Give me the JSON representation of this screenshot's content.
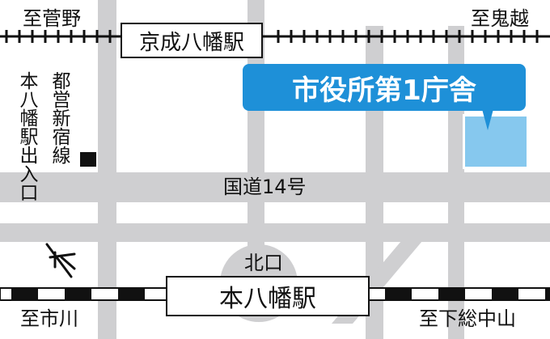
{
  "colors": {
    "road": "#cfcfd1",
    "rail": "#111111",
    "callout": "#1e90d8",
    "building": "#86c8ee",
    "building_border": "#ffffff"
  },
  "north_arrow_icon": "north-arrow",
  "labels": {
    "to_sugano": "至菅野",
    "to_onikoshi": "至鬼越",
    "keisei_station": "京成八幡駅",
    "city_hall": "市役所第1庁舎",
    "toei_line": "都営新宿線",
    "station_exit": "本八幡駅出入口",
    "route14": "国道14号",
    "north_exit": "北口",
    "jr_station": "本八幡駅",
    "to_ichikawa": "至市川",
    "to_shimofusanakayama": "至下総中山"
  }
}
